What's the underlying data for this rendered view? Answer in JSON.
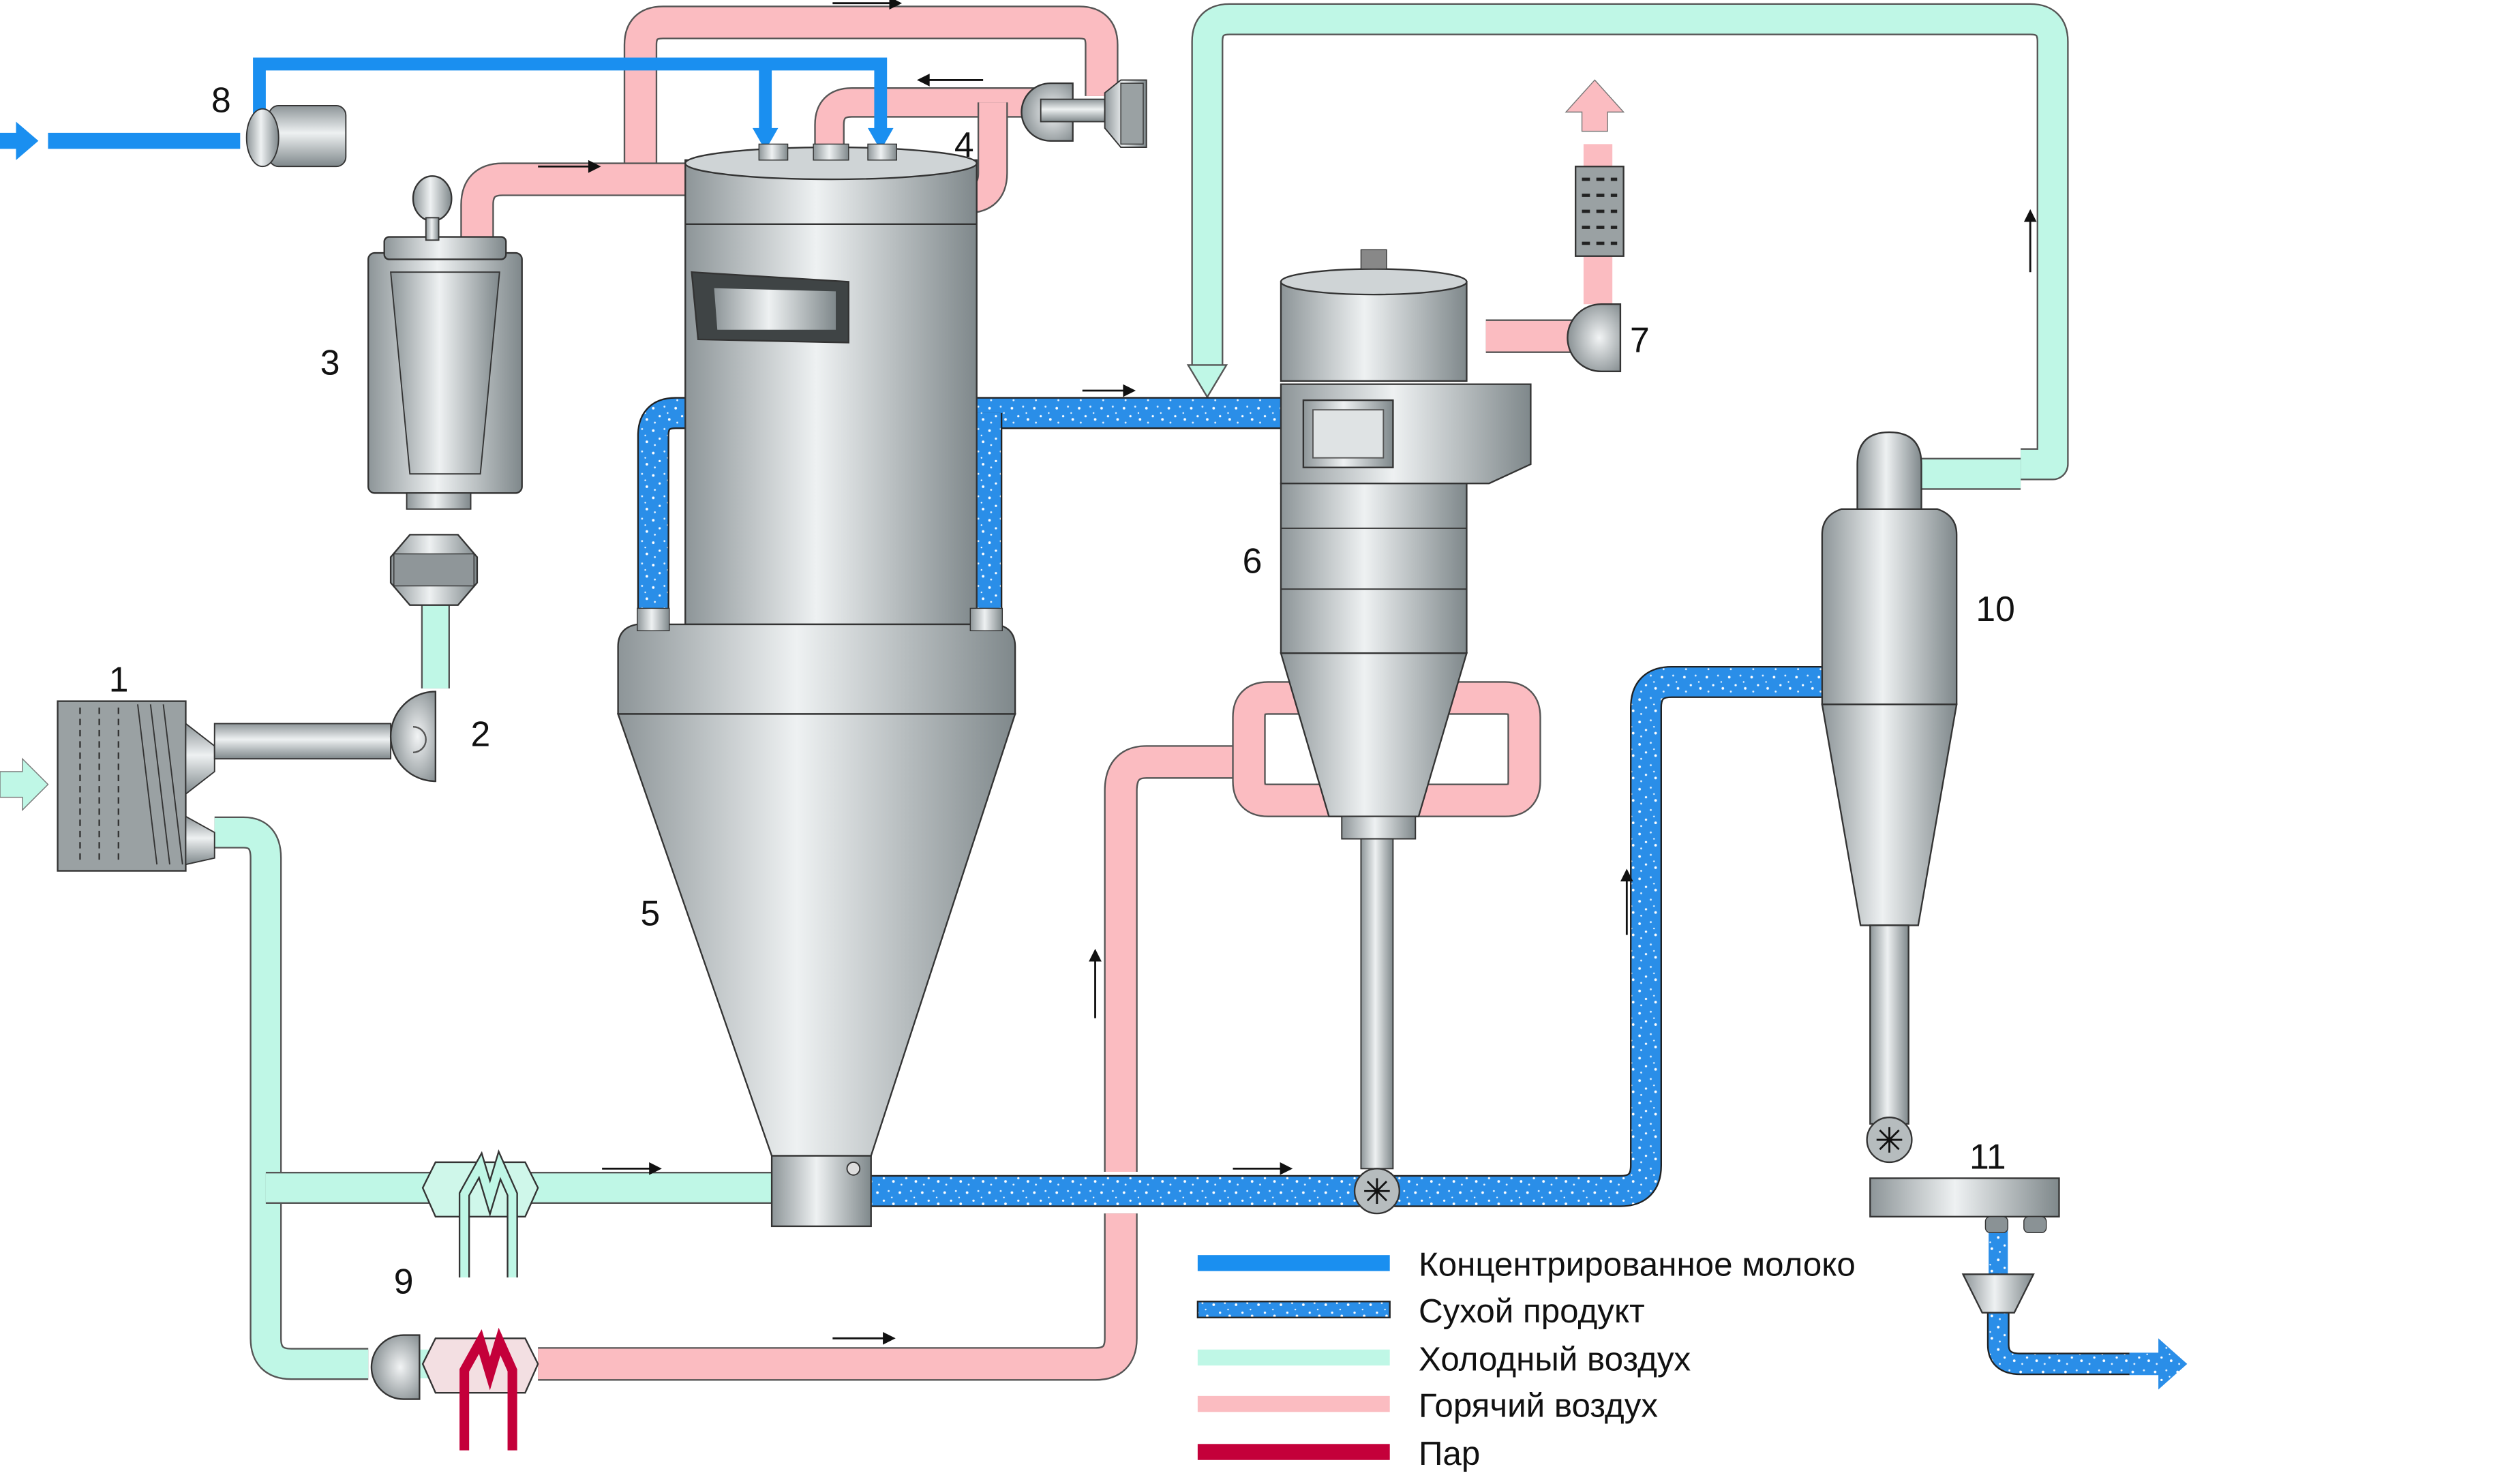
{
  "diagram": {
    "title": "Spray drying plant with two-stage drying (process schematic)",
    "colors": {
      "concentrated_milk": "#1a8ff0",
      "dry_product": "#2a8ee8",
      "cold_air": "#bff7e6",
      "hot_air": "#fbbcc1",
      "steam": "#c4003a",
      "metal": "#b9bfc2",
      "outline": "#333333"
    },
    "components": [
      {
        "number": "1",
        "name": "Air filter"
      },
      {
        "number": "2",
        "name": "Fan"
      },
      {
        "number": "3",
        "name": "Cyclone / separator"
      },
      {
        "number": "4",
        "name": "Fan"
      },
      {
        "number": "5",
        "name": "Drying chamber"
      },
      {
        "number": "6",
        "name": "Cyclone"
      },
      {
        "number": "7",
        "name": "Exhaust fan"
      },
      {
        "number": "8",
        "name": "Feed pump"
      },
      {
        "number": "9",
        "name": "Air heaters"
      },
      {
        "number": "10",
        "name": "Cyclone"
      },
      {
        "number": "11",
        "name": "Sieve / powder outlet"
      }
    ],
    "legend": [
      {
        "key": "concentrated_milk",
        "label": "Концентрированное молоко"
      },
      {
        "key": "dry_product",
        "label": "Сухой продукт"
      },
      {
        "key": "cold_air",
        "label": "Холодный воздух"
      },
      {
        "key": "hot_air",
        "label": "Горячий воздух"
      },
      {
        "key": "steam",
        "label": "Пар"
      }
    ]
  }
}
